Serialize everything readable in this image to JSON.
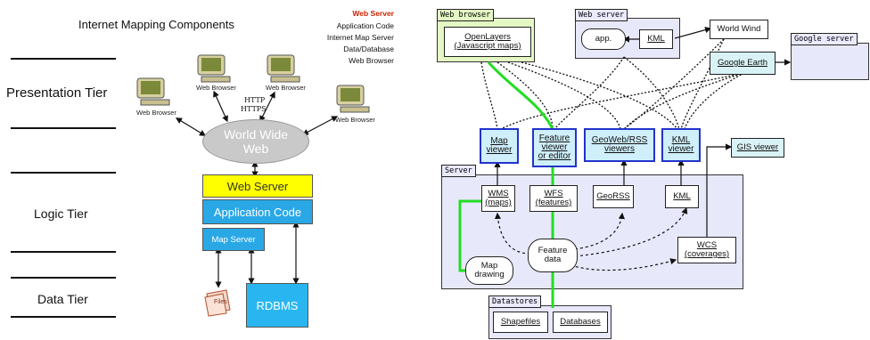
{
  "left": {
    "title": "Internet Mapping Components",
    "legend": {
      "items": [
        "Web Server",
        "Application Code",
        "Internet Map Server",
        "Data/Database",
        "Web Browser"
      ],
      "highlight_color": "#cc2200"
    },
    "tiers": [
      "Presentation Tier",
      "Logic Tier",
      "Data Tier"
    ],
    "browser_label": "Web Browser",
    "protocol": [
      "HTTP",
      "HTTPS"
    ],
    "www": [
      "World Wide",
      "Web"
    ],
    "web_server": "Web Server",
    "application_code": "Application Code",
    "map_server": "Map Server",
    "files": "Files",
    "rdbms": "RDBMS",
    "colors": {
      "web_server": "#ffff00",
      "application_code": "#2aa8e6",
      "map_server": "#2aa8e6",
      "rdbms": "#29b6f0",
      "www": "#c9c9c9"
    }
  },
  "right": {
    "web_browser_tab": "Web browser",
    "openlayers": [
      "OpenLayers",
      "(Javascript maps)"
    ],
    "web_server_tab": "Web server",
    "app": "app.",
    "kml_top": "KML",
    "world_wind": "World Wind",
    "google_earth": "Google Earth",
    "google_server_tab": "Google server",
    "clients": [
      {
        "lines": [
          "Map",
          "viewer"
        ]
      },
      {
        "lines": [
          "Feature",
          "viewer",
          "or editor"
        ]
      },
      {
        "lines": [
          "GeoWeb/RSS",
          "viewers"
        ]
      },
      {
        "lines": [
          "KML",
          "viewer"
        ]
      }
    ],
    "gis_viewer": "GIS viewer",
    "server_tab": "Server",
    "services": [
      {
        "lines": [
          "WMS",
          "(maps)"
        ]
      },
      {
        "lines": [
          "WFS",
          "(features)"
        ]
      },
      {
        "lines": [
          "GeoRSS"
        ]
      },
      {
        "lines": [
          "KML"
        ]
      }
    ],
    "wcs": [
      "WCS",
      "(coverages)"
    ],
    "map_drawing": [
      "Map",
      "drawing"
    ],
    "feature_data": [
      "Feature",
      "data"
    ],
    "datastores_tab": "Datastores",
    "shapefiles": "Shapefiles",
    "databases": "Databases",
    "colors": {
      "highlight_line": "#22dd22",
      "client_border": "#2233cc",
      "client_fill": "#cfeffa",
      "panel_fill": "#e8e8fb",
      "browser_panel_fill": "#e4f8c4"
    }
  }
}
